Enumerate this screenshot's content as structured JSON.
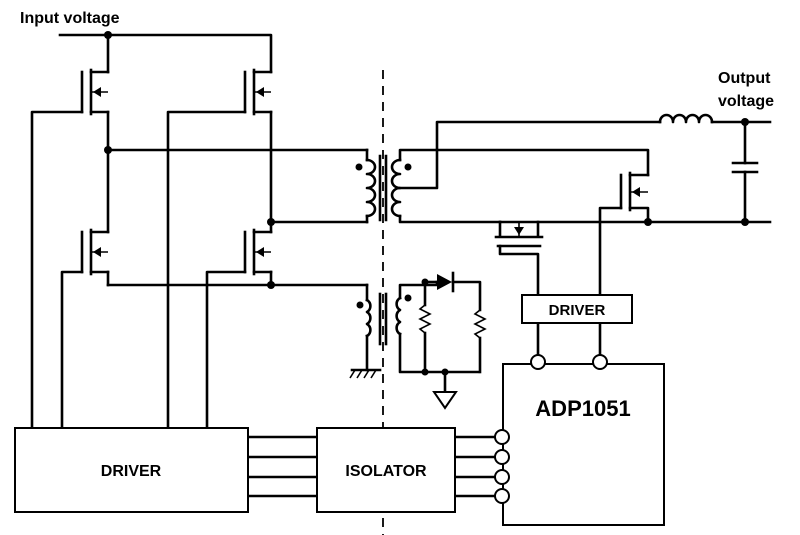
{
  "labels": {
    "input_voltage": "Input voltage",
    "output_voltage_line1": "Output",
    "output_voltage_line2": "voltage",
    "primary_driver": "DRIVER",
    "isolator": "ISOLATOR",
    "secondary_driver": "DRIVER",
    "controller": "ADP1051"
  }
}
